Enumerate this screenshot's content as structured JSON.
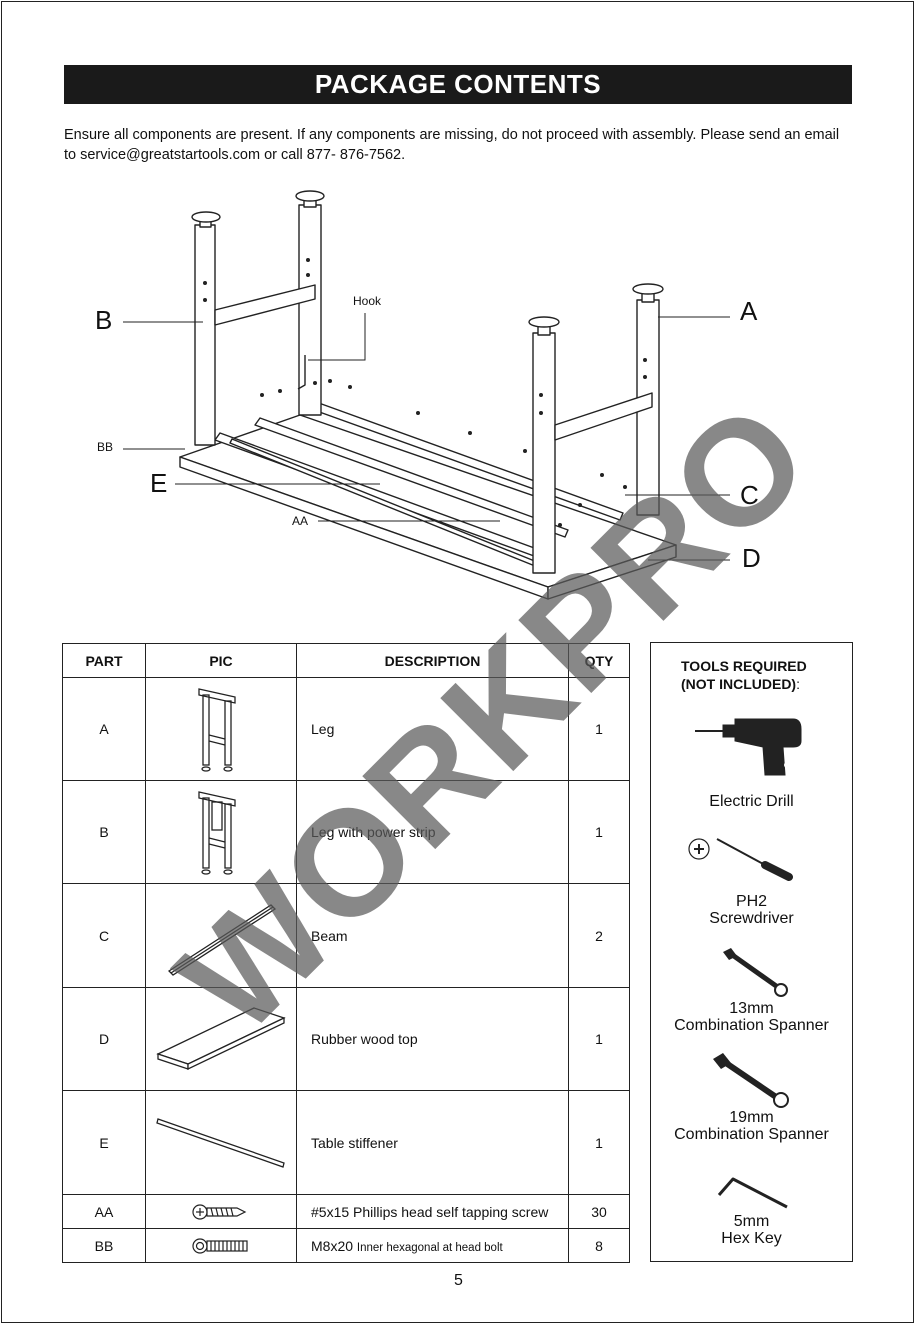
{
  "header": {
    "title": "PACKAGE CONTENTS"
  },
  "intro": {
    "text": "Ensure all components are present. If any components are missing, do not proceed with assembly. Please send an email to service@greatstartools.com or call 877- 876-7562."
  },
  "diagram": {
    "labels": {
      "a": "A",
      "b": "B",
      "c": "C",
      "d": "D",
      "e": "E",
      "aa": "AA",
      "bb": "BB",
      "hook": "Hook"
    }
  },
  "table": {
    "headers": {
      "part": "PART",
      "pic": "PIC",
      "description": "DESCRIPTION",
      "qty": "QTY"
    },
    "rows": [
      {
        "part": "A",
        "description": "Leg",
        "qty": "1"
      },
      {
        "part": "B",
        "description": "Leg with power strip",
        "qty": "1"
      },
      {
        "part": "C",
        "description": "Beam",
        "qty": "2"
      },
      {
        "part": "D",
        "description": "Rubber wood top",
        "qty": "1"
      },
      {
        "part": "E",
        "description": "Table stiffener",
        "qty": "1"
      },
      {
        "part": "AA",
        "description": "#5x15 Phillips head self tapping screw",
        "qty": "30"
      },
      {
        "part": "BB",
        "description": "M8x20",
        "description_small": "Inner hexagonal at head bolt",
        "qty": "8"
      }
    ]
  },
  "tools": {
    "heading_line1": "TOOLS REQUIRED",
    "heading_line2": "(NOT INCLUDED)",
    "heading_suffix": ":",
    "items": [
      {
        "line1": "Electric Drill",
        "line2": ""
      },
      {
        "line1": "PH2",
        "line2": "Screwdriver"
      },
      {
        "line1": "13mm",
        "line2": "Combination Spanner"
      },
      {
        "line1": "19mm",
        "line2": "Combination Spanner"
      },
      {
        "line1": "5mm",
        "line2": "Hex Key"
      }
    ]
  },
  "watermark": {
    "text": "WORKPRO"
  },
  "footer": {
    "page_number": "5"
  }
}
